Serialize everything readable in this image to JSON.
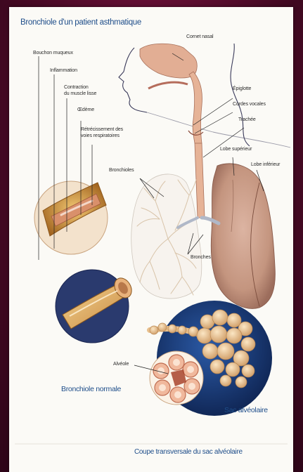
{
  "title": "Bronchiole d'un patient asthmatique",
  "labels": {
    "cornet_nasal": "Cornet nasal",
    "bouchon_muqueux": "Bouchon muqueux",
    "inflammation": "Inflammation",
    "contraction_line1": "Contraction",
    "contraction_line2": "du muscle lisse",
    "oedeme": "Œdème",
    "retrecissement_line1": "Rétrécissement des",
    "retrecissement_line2": "voies respiratoires",
    "epiglotte": "Épiglotte",
    "cordes_vocales": "Cordes vocales",
    "trachee": "Trachée",
    "lobe_superieur": "Lobe supérieur",
    "lobe_inferieur": "Lobe inférieur",
    "bronchioles": "Bronchioles",
    "bronches": "Bronches",
    "alveole": "Alvéole",
    "bronchiole_normale": "Bronchiole normale",
    "sac_alveolaire": "Sac alvéolaire",
    "caption": "Coupe transversale du sac alvéolaire"
  },
  "colors": {
    "title_blue": "#1f4e8a",
    "background_maroon": "#4a0a26",
    "lung_pink": "#c99a86",
    "airway": "#e6b397",
    "alveoli": "#f0c9a0",
    "circle_blue": "#14346e"
  }
}
